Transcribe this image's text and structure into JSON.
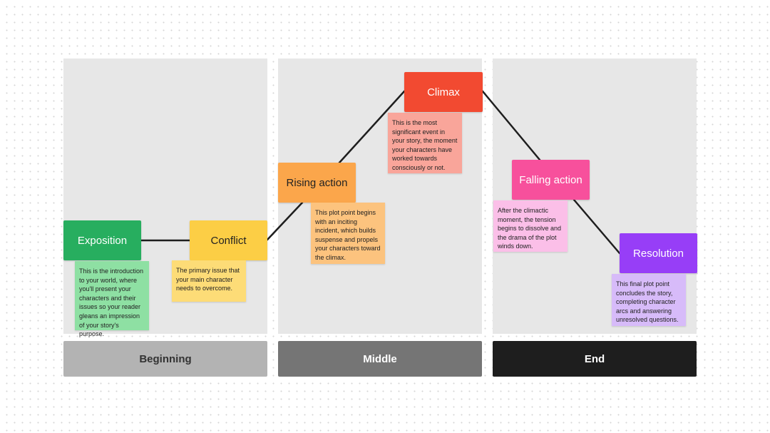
{
  "sections": [
    {
      "id": "beginning",
      "label": "Beginning",
      "panel_color": "#e7e7e7",
      "footer_color": "#b3b3b3",
      "footer_text_color": "#333333"
    },
    {
      "id": "middle",
      "label": "Middle",
      "panel_color": "#e7e7e7",
      "footer_color": "#757575",
      "footer_text_color": "#ffffff"
    },
    {
      "id": "end",
      "label": "End",
      "panel_color": "#e7e7e7",
      "footer_color": "#1e1e1e",
      "footer_text_color": "#ffffff"
    }
  ],
  "nodes": [
    {
      "id": "exposition",
      "label": "Exposition",
      "color": "#27ae5f",
      "text_color": "#ffffff",
      "note": "This is the introduction to your world, where you'll present your characters and their issues so your reader gleans an impression of your story's purpose.",
      "note_color": "#8ee0a3"
    },
    {
      "id": "conflict",
      "label": "Conflict",
      "color": "#fcce45",
      "text_color": "#222222",
      "note": "The primary issue that your main character needs to overcome.",
      "note_color": "#fddc77"
    },
    {
      "id": "rising-action",
      "label": "Rising action",
      "color": "#fba64b",
      "text_color": "#222222",
      "note": "This plot point begins with an inciting incident, which builds suspense and propels your characters toward the climax.",
      "note_color": "#fcc37e"
    },
    {
      "id": "climax",
      "label": "Climax",
      "color": "#f24a31",
      "text_color": "#ffffff",
      "note": "This is the most significant event in your story, the moment your characters have worked towards consciously or not.",
      "note_color": "#f9a59a"
    },
    {
      "id": "falling-action",
      "label": "Falling action",
      "color": "#f7509c",
      "text_color": "#ffffff",
      "note": "After the climactic moment, the tension begins to dissolve and the drama of the plot winds down.",
      "note_color": "#fbbfe8"
    },
    {
      "id": "resolution",
      "label": "Resolution",
      "color": "#973ef7",
      "text_color": "#ffffff",
      "note": "This final plot point concludes the story, completing character arcs and answering unresolved questions.",
      "note_color": "#d7bbf9"
    }
  ],
  "connector_color": "#1e1e1e"
}
